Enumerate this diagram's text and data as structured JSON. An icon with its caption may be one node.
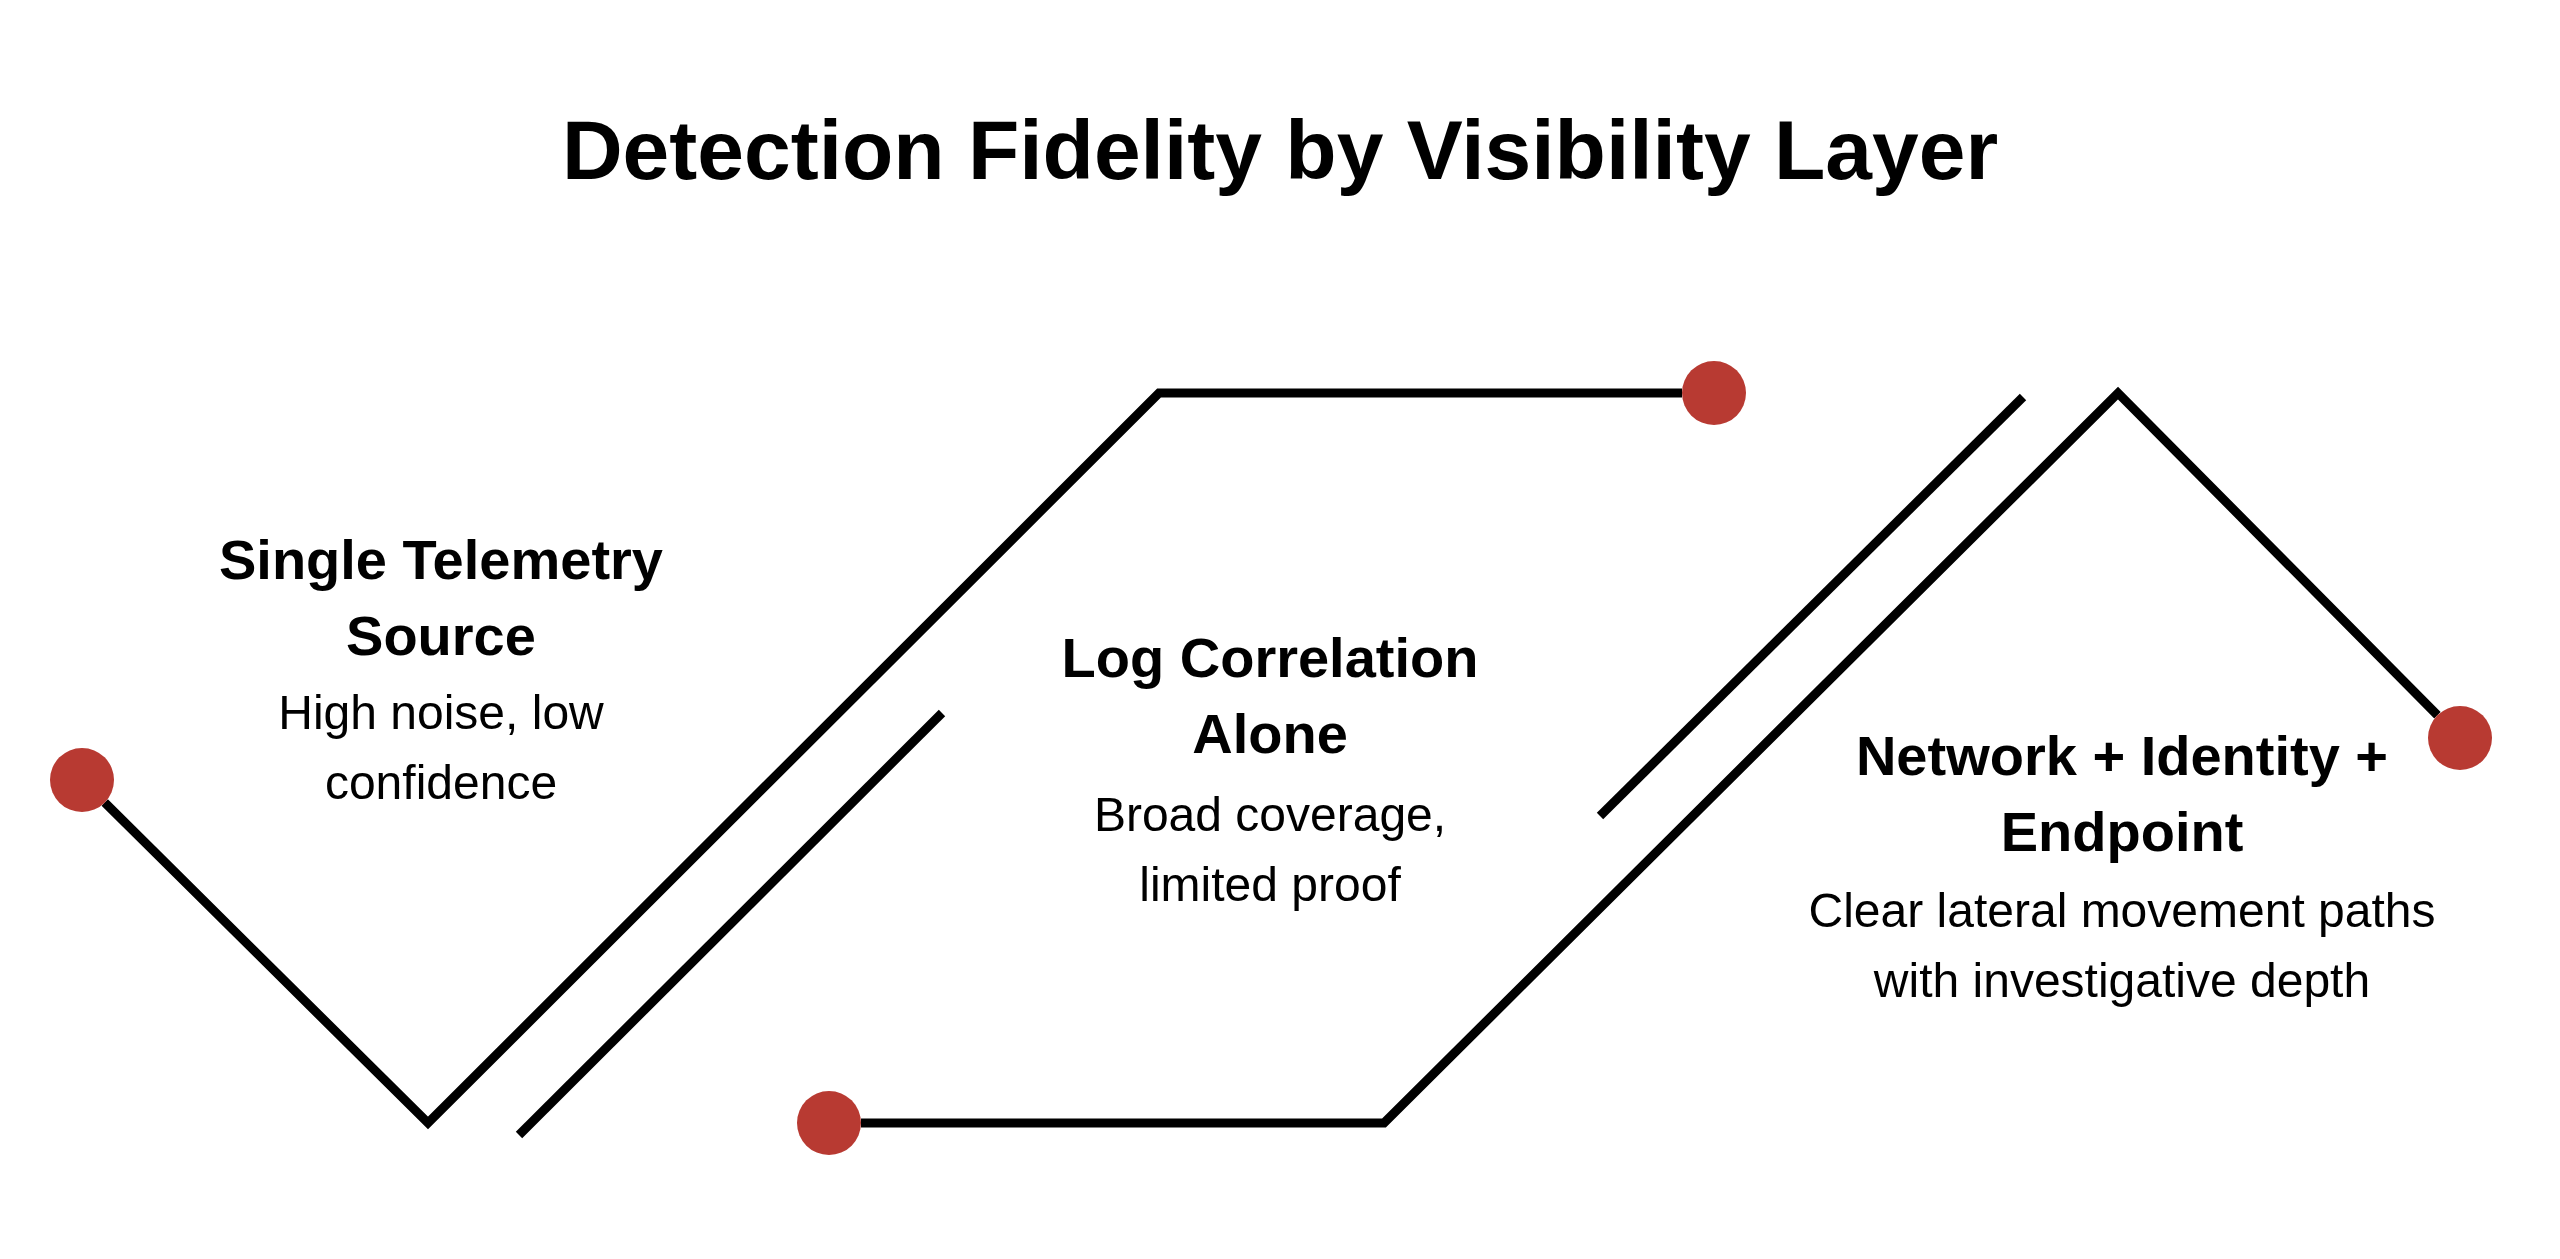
{
  "diagram": {
    "title": "Detection Fidelity by Visibility Layer",
    "nodes": [
      {
        "text": [],
        "shape": "circle"
      },
      {
        "text": [],
        "shape": "circle"
      },
      {
        "text": [],
        "shape": "circle"
      },
      {
        "text": [],
        "shape": "circle"
      }
    ],
    "edges": [
      {
        "from": 0,
        "to": 1,
        "arrow": "none"
      },
      {
        "from": 2,
        "to": 3,
        "arrow": "none"
      }
    ],
    "labels": [
      "Single Telemetry Source",
      "High noise, low confidence",
      "Log Correlation Alone",
      "Broad coverage, limited proof",
      "Network + Identity + Endpoint",
      "Clear lateral movement paths with investigative depth"
    ]
  }
}
